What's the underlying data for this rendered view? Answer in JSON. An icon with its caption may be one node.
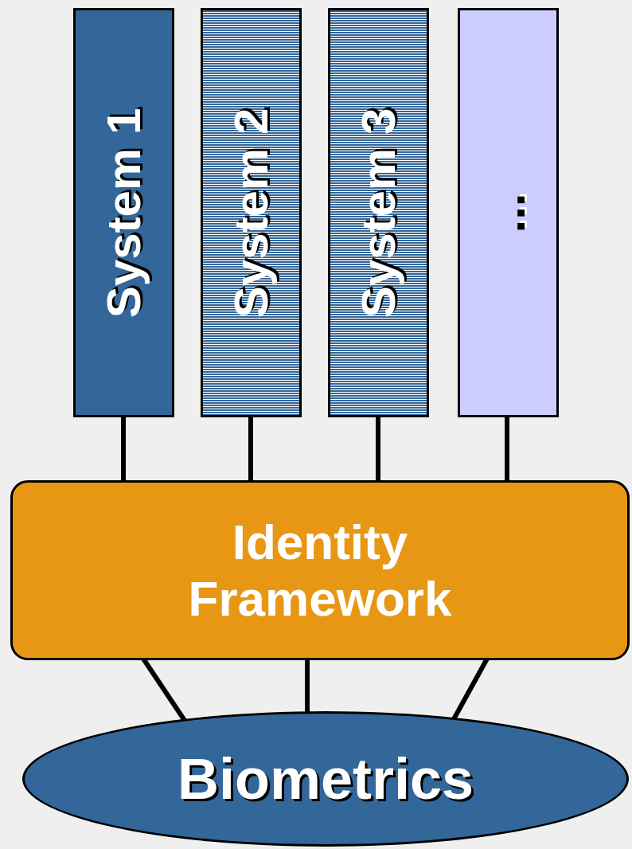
{
  "diagram": {
    "nodes": [
      {
        "text": [
          "System 1"
        ]
      },
      {
        "text": [
          "System 2"
        ]
      },
      {
        "text": [
          "System 3"
        ]
      },
      {
        "text": [
          "..."
        ]
      },
      {
        "text": [
          "Identity Framework"
        ]
      },
      {
        "text": [
          "Biometrics"
        ]
      }
    ],
    "edges": [
      {
        "from": 0,
        "to": 4,
        "arrow": "none"
      },
      {
        "from": 1,
        "to": 4,
        "arrow": "none"
      },
      {
        "from": 2,
        "to": 4,
        "arrow": "none"
      },
      {
        "from": 3,
        "to": 4,
        "arrow": "none"
      },
      {
        "from": 4,
        "to": 5,
        "arrow": "none"
      },
      {
        "from": 4,
        "to": 5,
        "arrow": "none"
      },
      {
        "from": 4,
        "to": 5,
        "arrow": "none"
      }
    ]
  }
}
